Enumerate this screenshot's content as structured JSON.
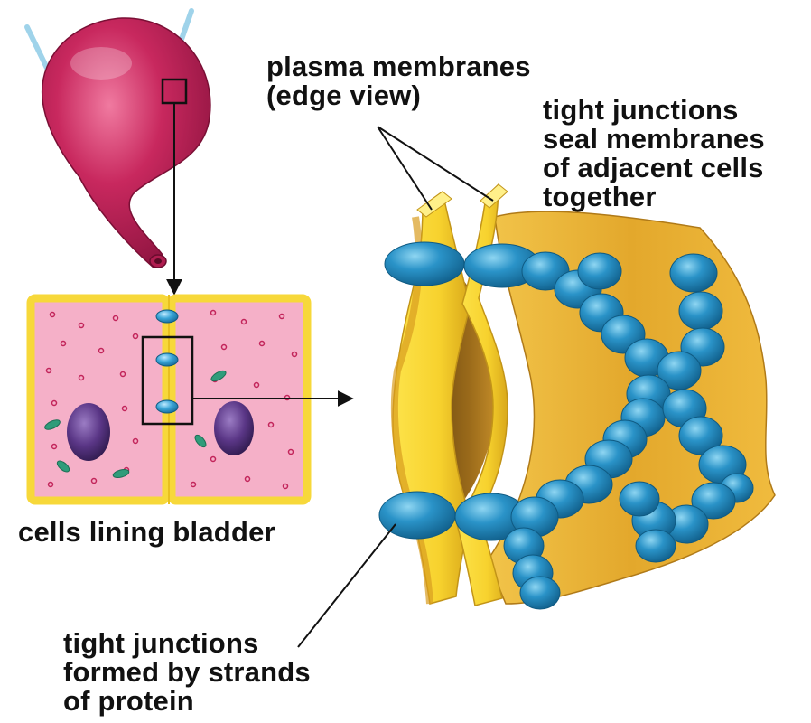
{
  "labels": {
    "plasma_membranes": [
      "plasma membranes",
      "(edge view)"
    ],
    "tight_junctions_seal": [
      "tight junctions",
      "seal membranes",
      "of adjacent cells",
      "together"
    ],
    "cells_lining_bladder": "cells lining bladder",
    "tight_junctions_strands": [
      "tight junctions",
      "formed by strands",
      "of protein"
    ]
  },
  "colors": {
    "bladder": "#c2245a",
    "cell_cytoplasm": "#f5b0c8",
    "cell_membrane": "#f7d83a",
    "nucleus": "#5a3686",
    "protein": "#2a93c8",
    "protein_dark": "#166f9e",
    "membrane_face": "#e0a62a",
    "membrane_shadow": "#a8741a"
  }
}
